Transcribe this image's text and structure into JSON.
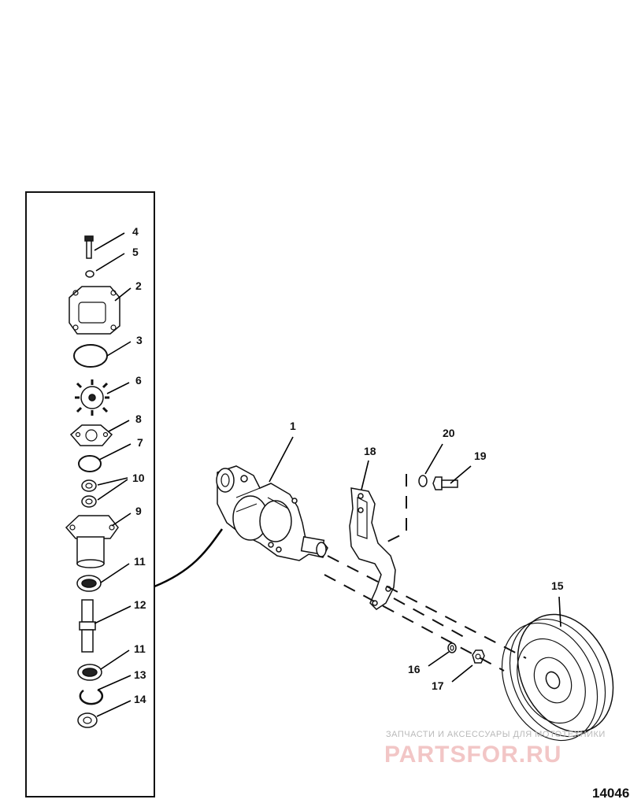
{
  "figure_number": "14046",
  "watermark": {
    "caption": "ЗАПЧАСТИ И АКСЕССУАРЫ ДЛЯ МОТОТЕХНИКИ",
    "logo_text": "PARTSFOR.RU"
  },
  "callouts": {
    "p1": "1",
    "p2": "2",
    "p3": "3",
    "p4": "4",
    "p5": "5",
    "p6": "6",
    "p7": "7",
    "p8": "8",
    "p9": "9",
    "p10": "10",
    "p11a": "11",
    "p11b": "11",
    "p12": "12",
    "p13": "13",
    "p14": "14",
    "p15": "15",
    "p16": "16",
    "p17": "17",
    "p18": "18",
    "p19": "19",
    "p20": "20"
  },
  "colors": {
    "ink": "#111111",
    "watermark_red": "#f2c6c6",
    "watermark_gray": "#b9b9b9"
  }
}
